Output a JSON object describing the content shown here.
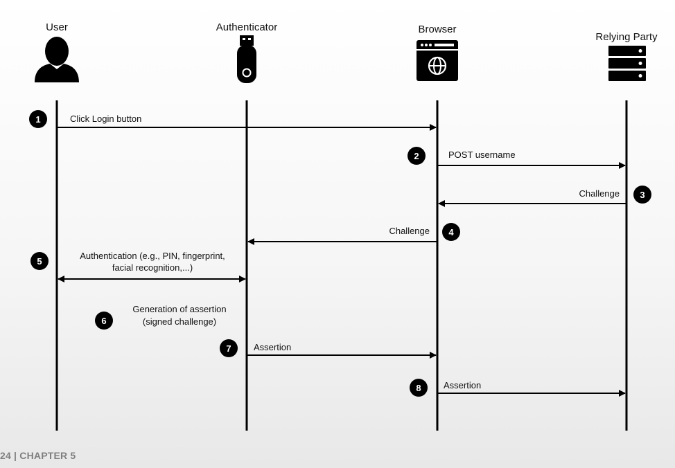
{
  "actors": {
    "user": "User",
    "authenticator": "Authenticator",
    "browser": "Browser",
    "relying_party": "Relying Party"
  },
  "steps": [
    {
      "num": "1",
      "label": "Click Login button"
    },
    {
      "num": "2",
      "label": "POST username"
    },
    {
      "num": "3",
      "label": "Challenge"
    },
    {
      "num": "4",
      "label": "Challenge"
    },
    {
      "num": "5",
      "label_line1": "Authentication (e.g., PIN, fingerprint,",
      "label_line2": "facial recognition,...)"
    },
    {
      "num": "6",
      "label_line1": "Generation of assertion",
      "label_line2": "(signed challenge)"
    },
    {
      "num": "7",
      "label": "Assertion"
    },
    {
      "num": "8",
      "label": "Assertion"
    }
  ],
  "footer": "24 | CHAPTER 5",
  "colors": {
    "line": "#000000",
    "badge": "#000000",
    "footer": "#7f7f7f"
  },
  "icons": [
    "user-icon",
    "usb-key-icon",
    "browser-window-icon",
    "server-icon"
  ]
}
